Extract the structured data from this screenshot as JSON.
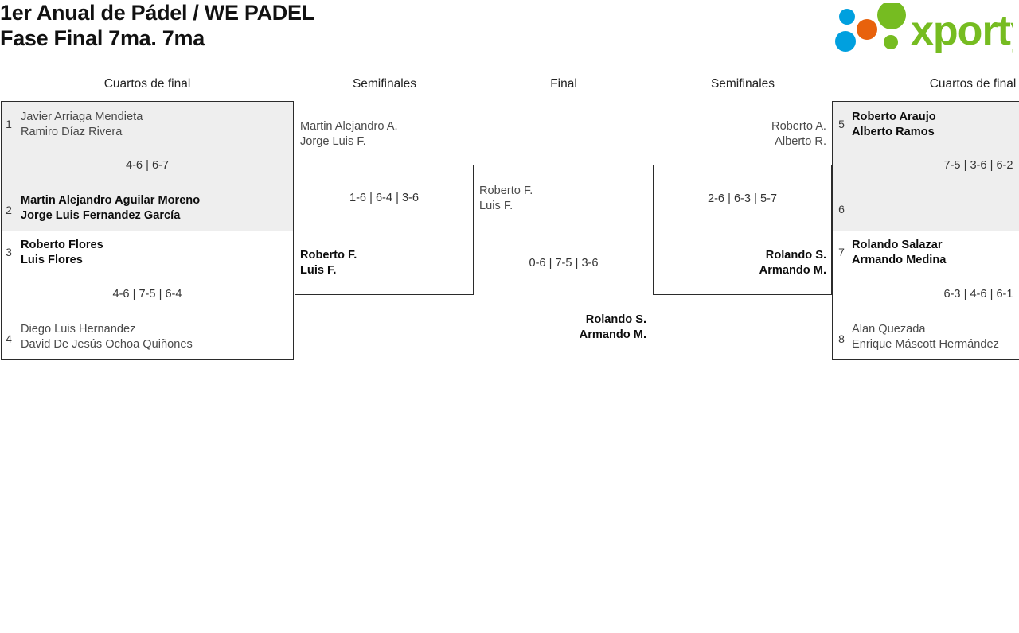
{
  "header": {
    "title_line1": "1er Anual de Pádel / WE PADEL",
    "title_line2": "Fase Final 7ma. 7ma",
    "logo_text": "xporty",
    "logo_colors": {
      "green": "#76bc21",
      "blue": "#00a0df",
      "orange": "#e8620c"
    }
  },
  "rounds": [
    {
      "label": "Cuartos de final"
    },
    {
      "label": "Semifinales"
    },
    {
      "label": "Final"
    },
    {
      "label": "Semifinales"
    },
    {
      "label": "Cuartos de final"
    }
  ],
  "bracket": {
    "left_quarterfinals": [
      {
        "top": {
          "seed": "1",
          "player1": "Javier Arriaga Mendieta",
          "player2": "Ramiro Díaz Rivera",
          "result": "loser"
        },
        "bottom": {
          "seed": "2",
          "player1": "Martin Alejandro Aguilar Moreno",
          "player2": "Jorge Luis Fernandez García",
          "result": "winner"
        },
        "score": "4-6 | 6-7"
      },
      {
        "top": {
          "seed": "3",
          "player1": "Roberto Flores",
          "player2": "Luis Flores",
          "result": "winner"
        },
        "bottom": {
          "seed": "4",
          "player1": "Diego Luis Hernandez",
          "player2": "David De Jesús Ochoa Quiñones",
          "result": "loser"
        },
        "score": "4-6 | 7-5 | 6-4"
      }
    ],
    "left_semifinal": {
      "top": {
        "player1": "Martin Alejandro A.",
        "player2": "Jorge Luis F.",
        "result": "loser"
      },
      "bottom": {
        "player1": "Roberto F.",
        "player2": "Luis F.",
        "result": "winner"
      },
      "score": "1-6 | 6-4 | 3-6"
    },
    "final": {
      "top": {
        "player1": "Roberto F.",
        "player2": "Luis F.",
        "result": "loser"
      },
      "bottom": {
        "player1": "Rolando S.",
        "player2": "Armando M.",
        "result": "winner"
      },
      "score": "0-6 | 7-5 | 3-6"
    },
    "right_semifinal": {
      "top": {
        "player1": "Roberto A.",
        "player2": "Alberto R.",
        "result": "loser"
      },
      "bottom": {
        "player1": "Rolando S.",
        "player2": "Armando M.",
        "result": "winner"
      },
      "score": "2-6 | 6-3 | 5-7"
    },
    "right_quarterfinals": [
      {
        "top": {
          "seed": "5",
          "player1": "Roberto Araujo",
          "player2": "Alberto Ramos",
          "result": "winner"
        },
        "bottom": {
          "seed": "6",
          "player1": "",
          "player2": "",
          "result": "empty"
        },
        "score": "7-5 | 3-6 | 6-2"
      },
      {
        "top": {
          "seed": "7",
          "player1": "Rolando Salazar",
          "player2": "Armando Medina",
          "result": "winner"
        },
        "bottom": {
          "seed": "8",
          "player1": "Alan Quezada",
          "player2": "Enrique Máscott Hermández",
          "result": "loser"
        },
        "score": "6-3 | 4-6 | 6-1"
      }
    ]
  }
}
